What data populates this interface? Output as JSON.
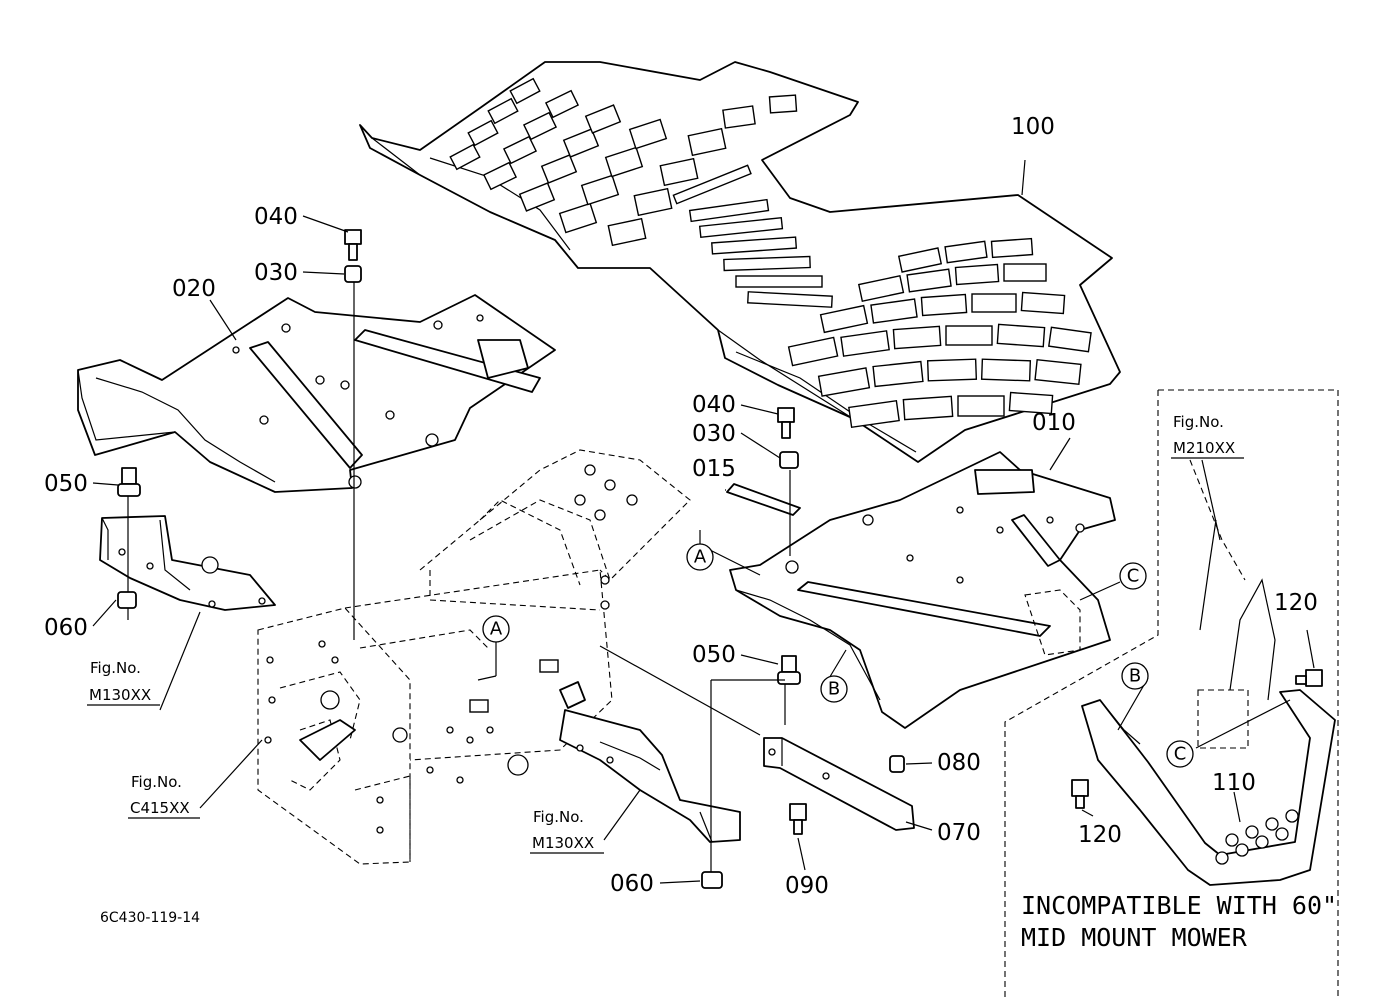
{
  "drawing_code": "6C430-119-14",
  "part_labels": {
    "p100": "100",
    "p040a": "040",
    "p030a": "030",
    "p020": "020",
    "p050a": "050",
    "p060a": "060",
    "p040b": "040",
    "p030b": "030",
    "p015": "015",
    "p010": "010",
    "p050b": "050",
    "p060b": "060",
    "p080": "080",
    "p070": "070",
    "p090": "090",
    "p120a": "120",
    "p120b": "120",
    "p110": "110"
  },
  "callouts": {
    "a1": "A",
    "a2": "A",
    "b1": "B",
    "b2": "B",
    "c1": "C",
    "c2": "C"
  },
  "fig_refs": {
    "r1_title": "Fig.No.",
    "r1_code": "M130XX",
    "r2_title": "Fig.No.",
    "r2_code": "C415XX",
    "r3_title": "Fig.No.",
    "r3_code": "M130XX",
    "r4_title": "Fig.No.",
    "r4_code": "M210XX"
  },
  "note": {
    "line1": "INCOMPATIBLE WITH 60\"",
    "line2": "MID MOUNT MOWER"
  }
}
